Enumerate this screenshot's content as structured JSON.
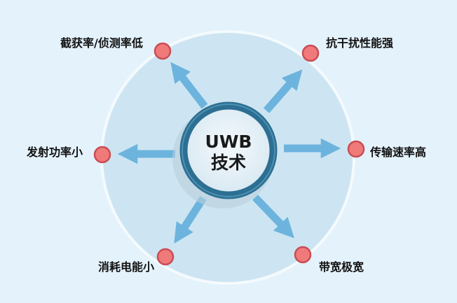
{
  "center": {
    "line1": "UWB",
    "line2": "技术"
  },
  "features": [
    {
      "label": "截获率/侦测率低"
    },
    {
      "label": "抗干扰性能强"
    },
    {
      "label": "发射功率小"
    },
    {
      "label": "传输速率高"
    },
    {
      "label": "消耗电能小"
    },
    {
      "label": "带宽极宽"
    }
  ],
  "colors": {
    "arrow": "#6cb4dd",
    "dot": "#f07a7a",
    "ring": "#2d6f92",
    "disc": "#cde5f2"
  }
}
